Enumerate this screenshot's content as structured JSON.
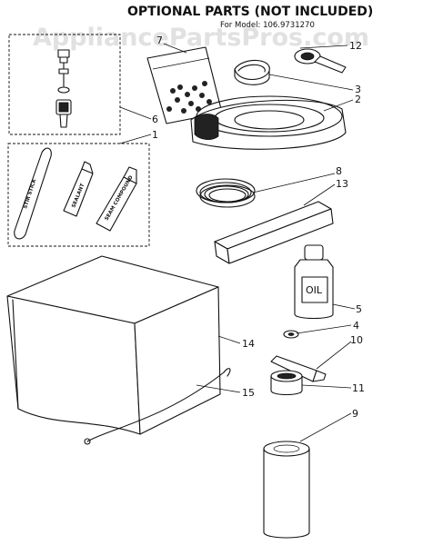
{
  "header": {
    "title": "OPTIONAL PARTS (NOT INCLUDED)",
    "model": "For Model: 106.9731270"
  },
  "watermark": "AppliancePartsPros.com",
  "callouts": [
    "1",
    "2",
    "3",
    "4",
    "5",
    "6",
    "7",
    "8",
    "9",
    "10",
    "11",
    "12",
    "13",
    "14",
    "15"
  ],
  "labels": {
    "oil": "OIL",
    "stick": "STIR STICK",
    "tube_small": "SEALANT",
    "tube_large": "SEAM COMPOUND"
  }
}
